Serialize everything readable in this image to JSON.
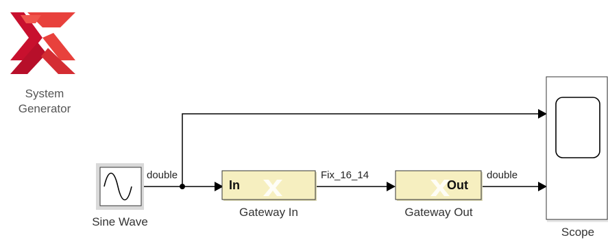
{
  "logo": {
    "caption_line1": "System",
    "caption_line2": "Generator",
    "colors": {
      "dark": "#c8102e",
      "light": "#e8413c"
    }
  },
  "blocks": {
    "sine_wave": {
      "caption": "Sine Wave"
    },
    "gateway_in": {
      "caption": "Gateway In",
      "port_text": "In",
      "fill": "#f6efc0"
    },
    "gateway_out": {
      "caption": "Gateway Out",
      "port_text": "Out",
      "fill": "#f6efc0"
    },
    "scope": {
      "caption": "Scope"
    }
  },
  "signals": {
    "sine_out": "double",
    "gateway_in_out": "Fix_16_14",
    "gateway_out_out": "double"
  }
}
